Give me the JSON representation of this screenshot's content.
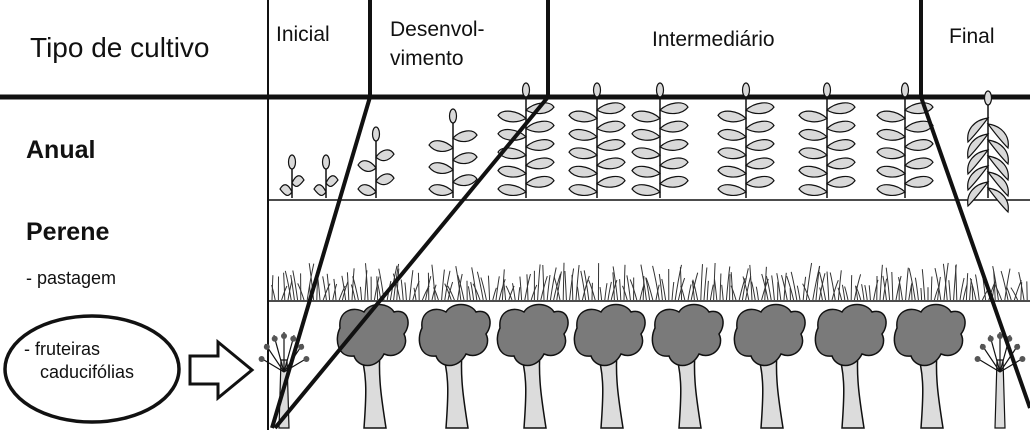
{
  "header": {
    "title": "Tipo de cultivo",
    "stages": [
      "Inicial",
      "Desenvol-",
      "vimento",
      "Intermediário",
      "Final"
    ]
  },
  "rows": {
    "annual": "Anual",
    "perennial": "Perene",
    "pasture": "- pastagem",
    "fruit_line1": "- fruteiras",
    "fruit_line2": "caducifólias"
  },
  "colors": {
    "ink": "#111111",
    "foliage": "#7a7a7a",
    "leaf_fill": "#d9d9d9",
    "trunk_fill": "#dcdcdc"
  },
  "icons": [
    "arrow-right-icon",
    "annual-plant-icon",
    "grass-icon",
    "fruit-tree-icon"
  ]
}
